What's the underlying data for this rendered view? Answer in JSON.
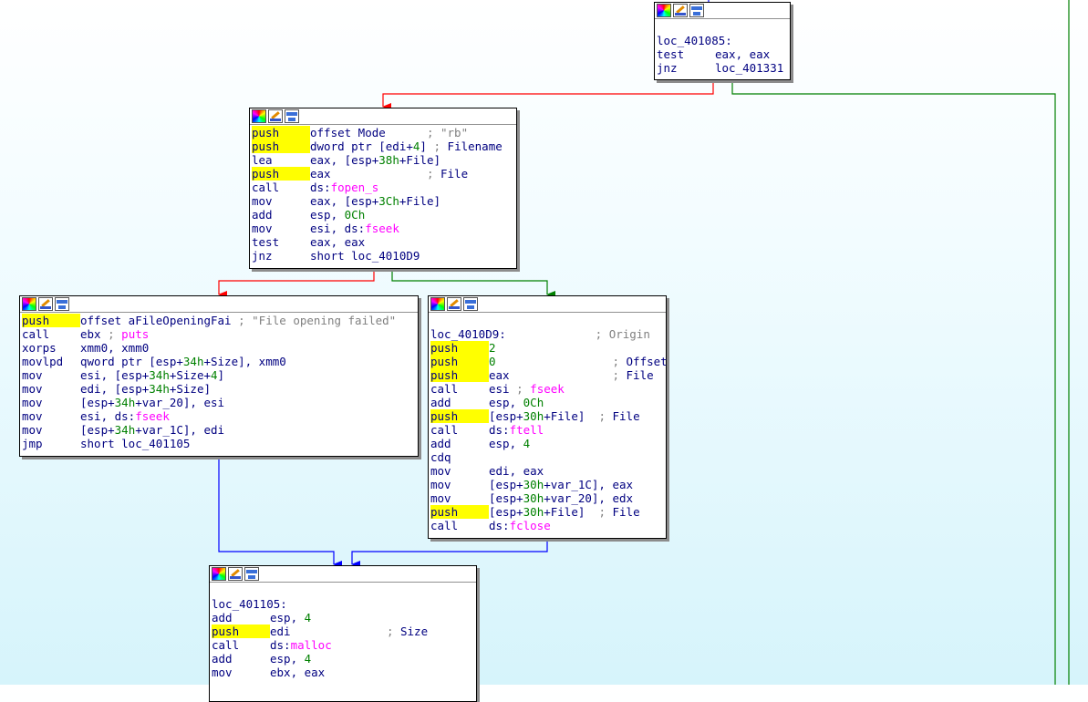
{
  "colors": {
    "edge_false": "#ff0000",
    "edge_true": "#008000",
    "edge_uncond": "#0000ff",
    "highlight": "#ffff00",
    "function_name": "#ff00ff",
    "number": "#008000",
    "comment": "#808080",
    "code_text": "#000080"
  },
  "icons": [
    "color-palette-icon",
    "rename-edit-icon",
    "graph-overview-icon"
  ],
  "blocks": {
    "b1": {
      "label": "loc_401085:",
      "lines": [
        {
          "mn": "test",
          "op": "eax, eax"
        },
        {
          "mn": "jnz",
          "op": "loc_401331"
        }
      ]
    },
    "b2": {
      "lines": [
        {
          "mn": "push",
          "op": "offset Mode",
          "pad": "      ",
          "comment": "; \"rb\""
        },
        {
          "mn": "push",
          "op": "dword ptr [edi+",
          "num": "4",
          "op2": "]",
          "pad": " ",
          "comment": ";",
          "cname": " Filename"
        },
        {
          "mn": "lea",
          "op": "eax, [esp+",
          "num": "38h",
          "op2": "+File]"
        },
        {
          "mn": "push",
          "op": "eax",
          "pad": "              ",
          "comment": ";",
          "cname": " File"
        },
        {
          "mn": "call",
          "op": "ds:",
          "fn": "fopen_s"
        },
        {
          "mn": "mov",
          "op": "eax, [esp+",
          "num": "3Ch",
          "op2": "+File]"
        },
        {
          "mn": "add",
          "op": "esp, ",
          "num": "0Ch"
        },
        {
          "mn": "mov",
          "op": "esi, ds:",
          "fn": "fseek"
        },
        {
          "mn": "test",
          "op": "eax, eax"
        },
        {
          "mn": "jnz",
          "op": "short loc_4010D9"
        }
      ]
    },
    "b3": {
      "lines": [
        {
          "mn": "push",
          "op": "offset aFileOpeningFai",
          "pad": " ",
          "comment": "; \"File opening failed\""
        },
        {
          "mn": "call",
          "op": "ebx",
          "pad": " ",
          "comment": ";",
          "fn_after": " puts"
        },
        {
          "mn": "xorps",
          "op": "xmm0, xmm0"
        },
        {
          "mn": "movlpd",
          "op": "qword ptr [esp+",
          "num": "34h",
          "op2": "+Size], xmm0"
        },
        {
          "mn": "mov",
          "op": "esi, [esp+",
          "num": "34h",
          "op2": "+Size+",
          "num2": "4",
          "op3": "]"
        },
        {
          "mn": "mov",
          "op": "edi, [esp+",
          "num": "34h",
          "op2": "+Size]"
        },
        {
          "mn": "mov",
          "op": "[esp+",
          "num": "34h",
          "op2": "+var_20], esi"
        },
        {
          "mn": "mov",
          "op": "esi, ds:",
          "fn": "fseek"
        },
        {
          "mn": "mov",
          "op": "[esp+",
          "num": "34h",
          "op2": "+var_1C], edi"
        },
        {
          "mn": "jmp",
          "op": "short loc_401105"
        }
      ]
    },
    "b4": {
      "label": "loc_4010D9:",
      "label_pad": "             ",
      "label_comment": "; Origin",
      "lines": [
        {
          "mn": "push",
          "num": "2"
        },
        {
          "mn": "push",
          "num": "0",
          "pad": "                 ",
          "comment": ";",
          "cname": " Offset"
        },
        {
          "mn": "push",
          "op": "eax",
          "pad": "               ",
          "comment": ";",
          "cname": " File"
        },
        {
          "mn": "call",
          "op": "esi",
          "pad": " ",
          "comment": ";",
          "fn_after": " fseek"
        },
        {
          "mn": "add",
          "op": "esp, ",
          "num": "0Ch"
        },
        {
          "mn": "push",
          "op": "[esp+",
          "num": "30h",
          "op2": "+File]",
          "pad": "  ",
          "comment": ";",
          "cname": " File"
        },
        {
          "mn": "call",
          "op": "ds:",
          "fn": "ftell"
        },
        {
          "mn": "add",
          "op": "esp, ",
          "num": "4"
        },
        {
          "mn": "cdq"
        },
        {
          "mn": "mov",
          "op": "edi, eax"
        },
        {
          "mn": "mov",
          "op": "[esp+",
          "num": "30h",
          "op2": "+var_1C], eax"
        },
        {
          "mn": "mov",
          "op": "[esp+",
          "num": "30h",
          "op2": "+var_20], edx"
        },
        {
          "mn": "push",
          "op": "[esp+",
          "num": "30h",
          "op2": "+File]",
          "pad": "  ",
          "comment": ";",
          "cname": " File"
        },
        {
          "mn": "call",
          "op": "ds:",
          "fn": "fclose"
        }
      ]
    },
    "b5": {
      "label": "loc_401105:",
      "lines": [
        {
          "mn": "add",
          "op": "esp, ",
          "num": "4"
        },
        {
          "mn": "push",
          "op": "edi",
          "pad": "              ",
          "comment": ";",
          "cname": " Size"
        },
        {
          "mn": "call",
          "op": "ds:",
          "fn": "malloc"
        },
        {
          "mn": "add",
          "op": "esp, ",
          "num": "4"
        },
        {
          "mn": "mov",
          "op": "ebx, eax"
        },
        {
          "mn": "",
          "op": ""
        }
      ]
    }
  }
}
